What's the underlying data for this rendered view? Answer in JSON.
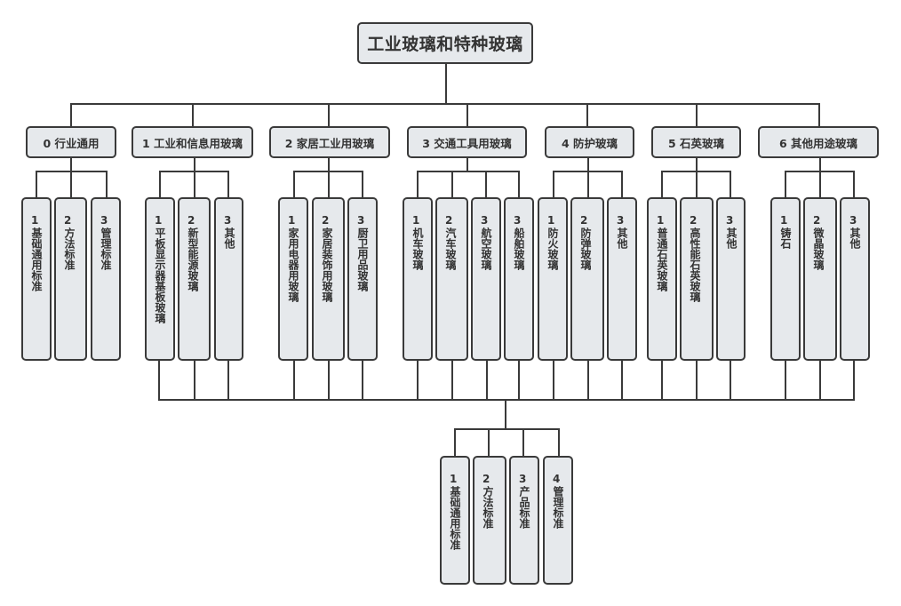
{
  "diagram": {
    "title": "工业玻璃和特种玻璃",
    "groups": [
      {
        "label": "0 行业通用",
        "children": [
          {
            "num": "1",
            "text": "基础通用标准"
          },
          {
            "num": "2",
            "text": "方法标准"
          },
          {
            "num": "3",
            "text": "管理标准"
          }
        ]
      },
      {
        "label": "1 工业和信息用玻璃",
        "children": [
          {
            "num": "1",
            "text": "平板显示器基板玻璃"
          },
          {
            "num": "2",
            "text": "新型能源玻璃"
          },
          {
            "num": "3",
            "text": "其他"
          }
        ]
      },
      {
        "label": "2 家居工业用玻璃",
        "children": [
          {
            "num": "1",
            "text": "家用电器用玻璃"
          },
          {
            "num": "2",
            "text": "家居装饰用玻璃"
          },
          {
            "num": "3",
            "text": "厨卫用品玻璃"
          }
        ]
      },
      {
        "label": "3 交通工具用玻璃",
        "children": [
          {
            "num": "1",
            "text": "机车玻璃"
          },
          {
            "num": "2",
            "text": "汽车玻璃"
          },
          {
            "num": "3",
            "text": "航空玻璃"
          },
          {
            "num": "3",
            "text": "船舶玻璃"
          }
        ]
      },
      {
        "label": "4 防护玻璃",
        "children": [
          {
            "num": "1",
            "text": "防火玻璃"
          },
          {
            "num": "2",
            "text": "防弹玻璃"
          },
          {
            "num": "3",
            "text": "其他"
          }
        ]
      },
      {
        "label": "5 石英玻璃",
        "children": [
          {
            "num": "1",
            "text": "普通石英玻璃"
          },
          {
            "num": "2",
            "text": "高性能石英玻璃"
          },
          {
            "num": "3",
            "text": "其他"
          }
        ]
      },
      {
        "label": "6 其他用途玻璃",
        "children": [
          {
            "num": "1",
            "text": "铸石"
          },
          {
            "num": "2",
            "text": "微晶玻璃"
          },
          {
            "num": "3",
            "text": "其他"
          }
        ]
      }
    ],
    "bottom": [
      {
        "num": "1",
        "text": "基础通用标准"
      },
      {
        "num": "2",
        "text": "方法标准"
      },
      {
        "num": "3",
        "text": "产品标准"
      },
      {
        "num": "4",
        "text": "管理标准"
      }
    ],
    "colors": {
      "node_fill": "#e6e9ec",
      "border": "#3a3a3a",
      "text": "#333333"
    }
  }
}
